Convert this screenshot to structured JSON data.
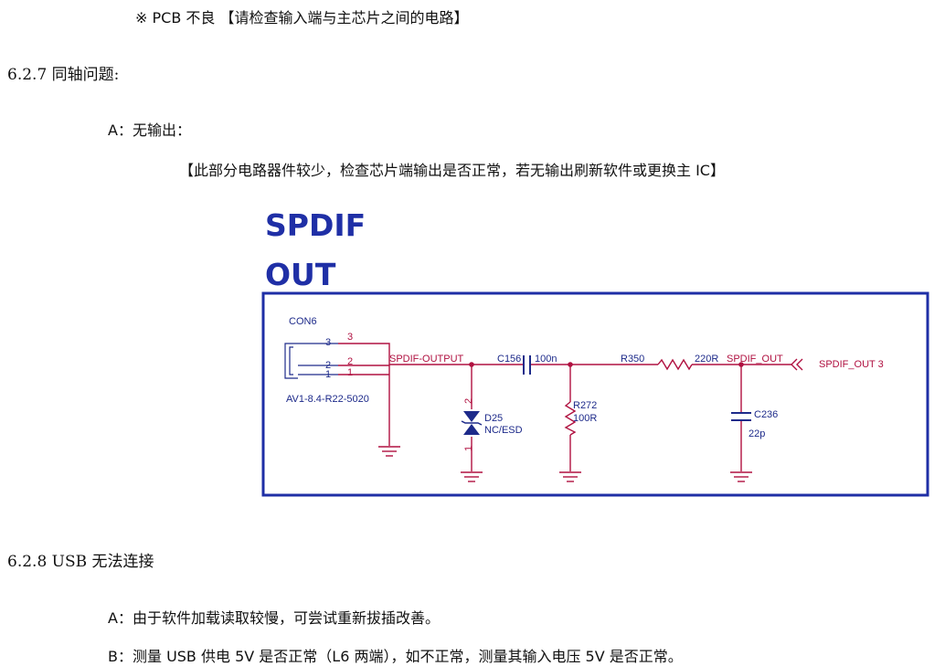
{
  "doc": {
    "note_line": "※ PCB 不良 【请检查输入端与主芯片之间的电路】",
    "section_627": "6.2.7 同轴问题:",
    "item_a_627": "A：无输出：",
    "bracket_627": "【此部分电路器件较少，检查芯片端输出是否正常，若无输出刷新软件或更换主 IC】",
    "section_628": "6.2.8 USB 无法连接",
    "item_a_628": "A：由于软件加载读取较慢，可尝试重新拔插改善。",
    "item_b_628": "B：测量 USB 供电 5V 是否正常（L6 两端），如不正常，测量其输入电压 5V 是否正常。"
  },
  "schematic": {
    "title_line1": "SPDIF",
    "title_line2": "OUT",
    "connector_ref": "CON6",
    "connector_part": "AV1-8.4-R22-5020",
    "pin3": "3",
    "pin2": "2",
    "pin1": "1",
    "pin3b": "3",
    "pin2b": "2",
    "pin1b": "1",
    "net_output": "SPDIF-OUTPUT",
    "cap_c156_ref": "C156",
    "cap_c156_val": "100n",
    "res_r350_ref": "R350",
    "res_r350_val": "220R",
    "net_out": "SPDIF_OUT",
    "port_label": "SPDIF_OUT  3",
    "diode_ref": "D25",
    "diode_val": "NC/ESD",
    "diode_pin2": "2",
    "diode_pin1": "1",
    "res_r272_ref": "R272",
    "res_r272_val": "100R",
    "cap_c236_ref": "C236",
    "cap_c236_val": "22p",
    "colors": {
      "frame": "#1f2fa6",
      "wire": "#b01040",
      "text": "#1d2a8a"
    }
  }
}
